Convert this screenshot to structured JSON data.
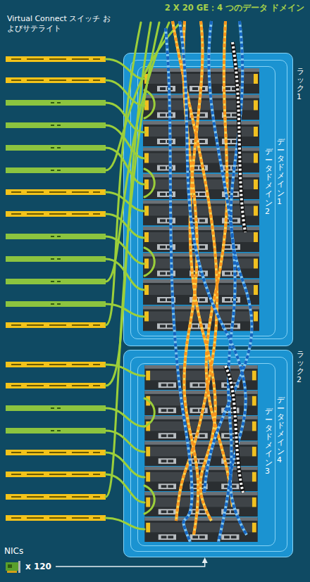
{
  "diagram": {
    "title": "2 X 20 GE：4 つのデータ ドメイン",
    "nodes": [
      {
        "text": [
          "ラック 1"
        ]
      },
      {
        "text": [
          "データ ドメイン 1"
        ],
        "in": 0
      },
      {
        "text": [
          "データ ドメイン 2"
        ],
        "in": 1
      },
      {
        "text": [
          "ラック 2"
        ]
      },
      {
        "text": [
          "データ ドメイン 4"
        ],
        "in": 3
      },
      {
        "text": [
          "データ ドメイン 3"
        ],
        "in": 4
      },
      {
        "text": [
          "NICs",
          "x 120"
        ]
      }
    ],
    "edges": [
      {
        "from": 6,
        "to": 3,
        "arrow": "to"
      }
    ],
    "labels": [
      "Virtual Connect スイッチ およびサテライト"
    ]
  }
}
